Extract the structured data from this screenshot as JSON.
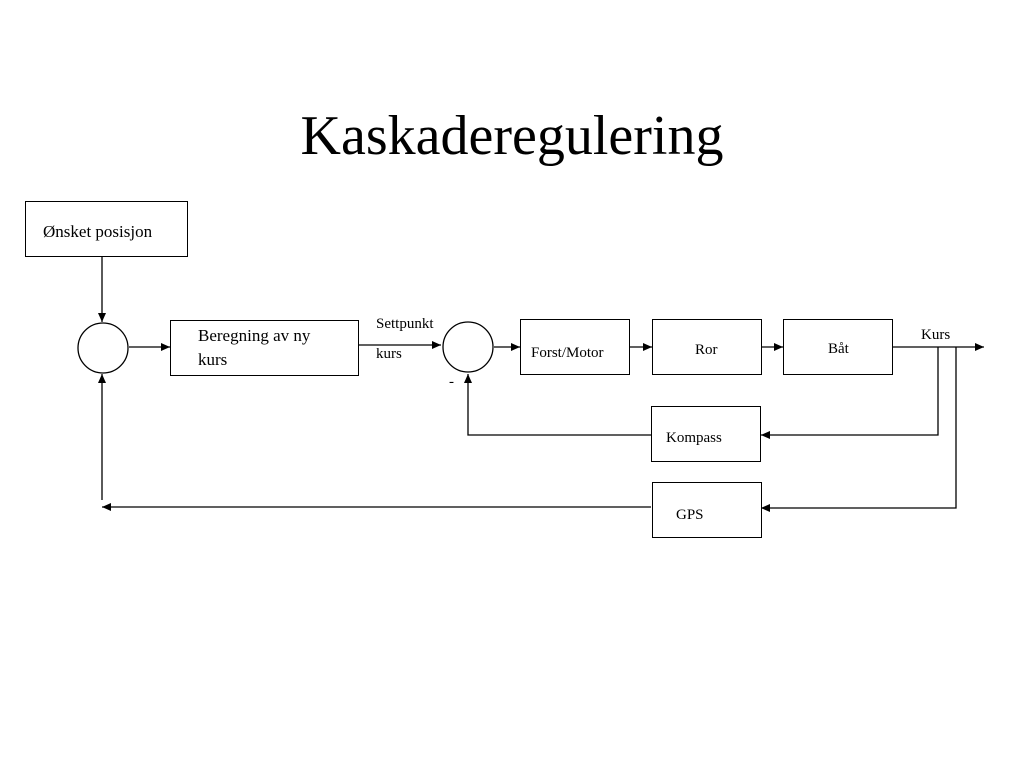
{
  "slide": {
    "title": "Kaskaderegulering"
  },
  "diagram": {
    "blocks": {
      "desired_position": "Ønsket posisjon",
      "new_course_line1": "Beregning av ny",
      "new_course_line2": "kurs",
      "thruster_motor": "Forst/Motor",
      "rudder": "Ror",
      "boat": "Båt",
      "compass": "Kompass",
      "gps": "GPS"
    },
    "labels": {
      "setpoint_line1": "Settpunkt",
      "setpoint_line2": "kurs",
      "output": "Kurs",
      "minus_sign": "-"
    }
  }
}
